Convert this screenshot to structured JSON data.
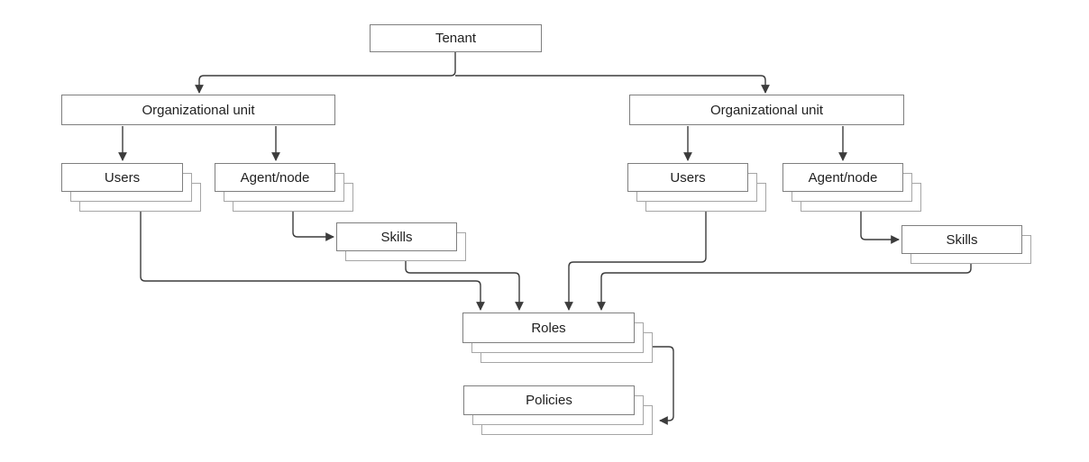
{
  "diagram": {
    "title": "Tenant hierarchy diagram",
    "type": "hierarchy-flowchart",
    "nodes": {
      "tenant": {
        "label": "Tenant",
        "stack_count": 1
      },
      "org_left": {
        "label": "Organizational unit",
        "stack_count": 1
      },
      "org_right": {
        "label": "Organizational unit",
        "stack_count": 1
      },
      "users_left": {
        "label": "Users",
        "stack_count": 3
      },
      "agent_left": {
        "label": "Agent/node",
        "stack_count": 3
      },
      "skills_left": {
        "label": "Skills",
        "stack_count": 2
      },
      "users_right": {
        "label": "Users",
        "stack_count": 3
      },
      "agent_right": {
        "label": "Agent/node",
        "stack_count": 3
      },
      "skills_right": {
        "label": "Skills",
        "stack_count": 2
      },
      "roles": {
        "label": "Roles",
        "stack_count": 3
      },
      "policies": {
        "label": "Policies",
        "stack_count": 3
      }
    },
    "edges": [
      {
        "from": "tenant",
        "to": "org_left"
      },
      {
        "from": "tenant",
        "to": "org_right"
      },
      {
        "from": "org_left",
        "to": "users_left"
      },
      {
        "from": "org_left",
        "to": "agent_left"
      },
      {
        "from": "agent_left",
        "to": "skills_left"
      },
      {
        "from": "users_left",
        "to": "roles"
      },
      {
        "from": "skills_left",
        "to": "roles"
      },
      {
        "from": "org_right",
        "to": "users_right"
      },
      {
        "from": "org_right",
        "to": "agent_right"
      },
      {
        "from": "agent_right",
        "to": "skills_right"
      },
      {
        "from": "users_right",
        "to": "roles"
      },
      {
        "from": "skills_right",
        "to": "roles"
      },
      {
        "from": "roles",
        "to": "policies"
      }
    ],
    "colors": {
      "background": "#ffffff",
      "box_border": "#7f7f7f",
      "stack_shadow_border": "#a6a6a6",
      "connector": "#3c3c3c",
      "text": "#1f1f1f"
    }
  }
}
